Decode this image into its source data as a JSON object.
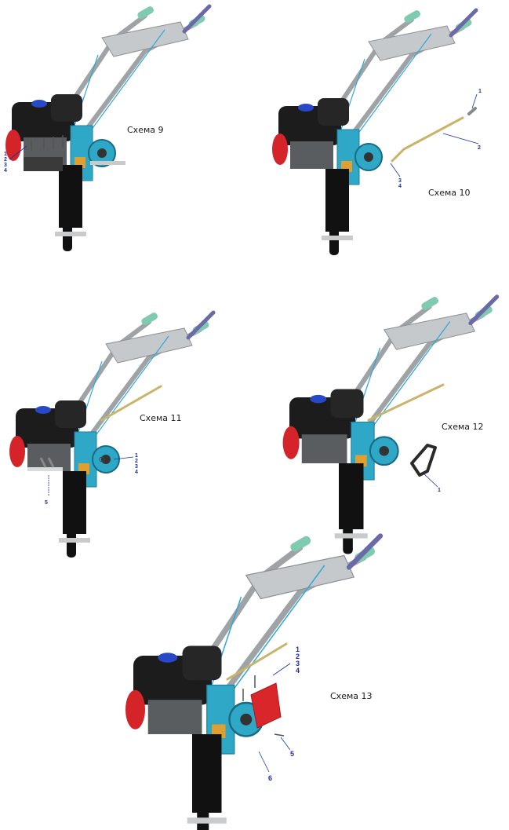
{
  "schemes": [
    {
      "id": "s9",
      "caption": "Схема 9",
      "callouts": [
        "1",
        "2",
        "3",
        "4"
      ]
    },
    {
      "id": "s10",
      "caption": "Схема 10",
      "callouts": [
        "1",
        "2",
        "3",
        "4"
      ]
    },
    {
      "id": "s11",
      "caption": "Схема 11",
      "callouts": [
        "1",
        "2",
        "3",
        "4",
        "5"
      ]
    },
    {
      "id": "s12",
      "caption": "Схема 12",
      "callouts": [
        "1"
      ]
    },
    {
      "id": "s13",
      "caption": "Схема 13",
      "callouts": [
        "1",
        "2",
        "3",
        "4",
        "5",
        "6"
      ]
    }
  ],
  "colors": {
    "frame": "#b9bcbe",
    "engine": "#1c1c1c",
    "engine_red": "#d4242a",
    "cap_blue": "#2848c8",
    "gearbox": "#2fa8c8",
    "grip": "#7fcbb0",
    "lever": "#6a6aa8",
    "rod": "#c9b46a",
    "shield": "#d8262a",
    "callout": "#1a2f9c"
  }
}
